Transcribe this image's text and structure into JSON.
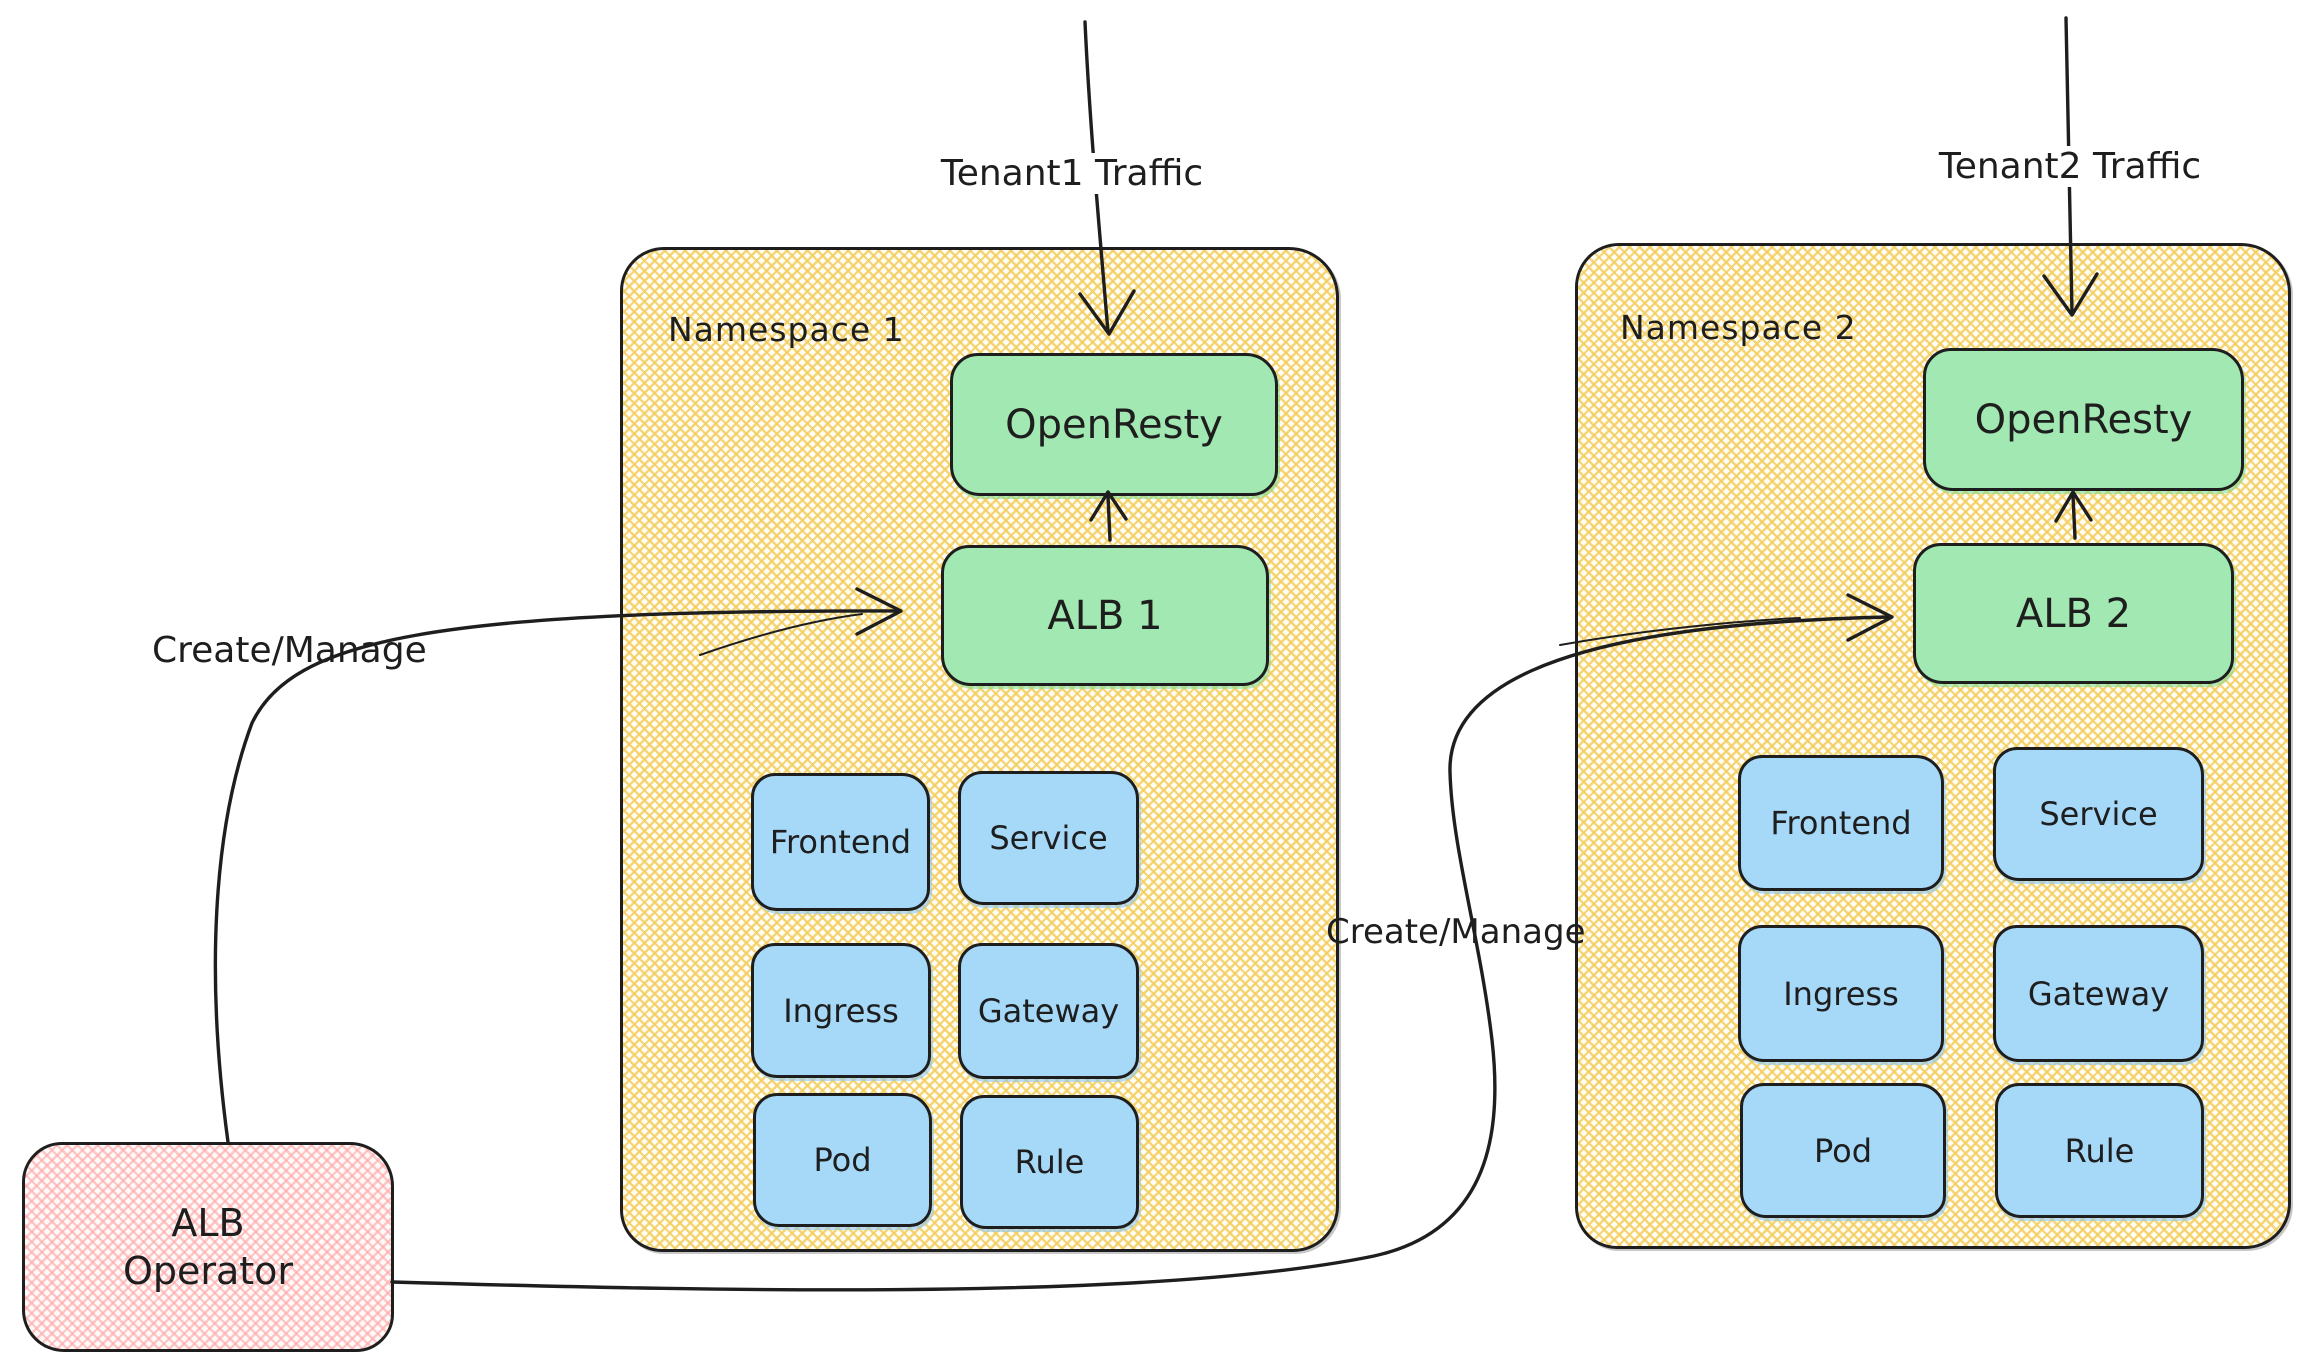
{
  "colors": {
    "ink": "#1e1e1e",
    "namespace_hatch_yellow": "#f3ce60",
    "operator_hatch_pink": "#ffa6a6",
    "green_fill": "#a2e8b2",
    "blue_fill": "#a6d8f8",
    "background": "#ffffff"
  },
  "arrows": {
    "tenant1": "Tenant1 Traffic",
    "tenant2": "Tenant2 Traffic",
    "create_manage_left": "Create/Manage",
    "create_manage_right": "Create/Manage"
  },
  "operator": {
    "line1": "ALB",
    "line2": "Operator"
  },
  "namespaces": [
    {
      "title": "Namespace 1",
      "proxy": "OpenResty",
      "alb": "ALB 1",
      "resources": [
        "Frontend",
        "Service",
        "Ingress",
        "Gateway",
        "Pod",
        "Rule"
      ]
    },
    {
      "title": "Namespace 2",
      "proxy": "OpenResty",
      "alb": "ALB 2",
      "resources": [
        "Frontend",
        "Service",
        "Ingress",
        "Gateway",
        "Pod",
        "Rule"
      ]
    }
  ]
}
